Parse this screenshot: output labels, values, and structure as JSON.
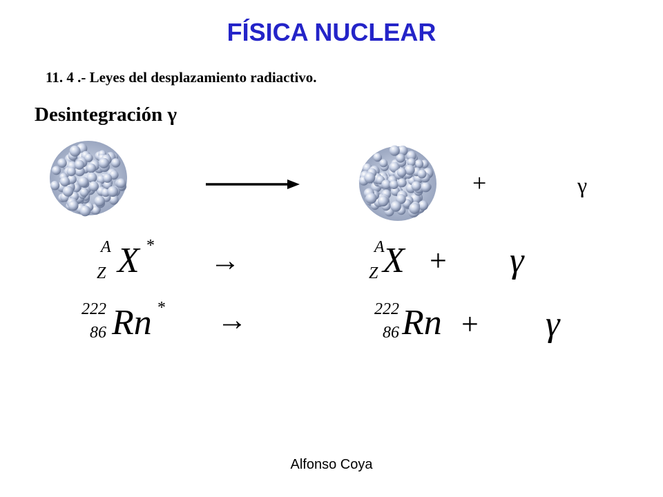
{
  "slide": {
    "title": "FÍSICA NUCLEAR",
    "subtitle": "11. 4 .- Leyes del desplazamiento radiactivo.",
    "section": "Desintegración γ",
    "footer": "Alfonso Coya"
  },
  "diagram": {
    "plus": "+",
    "gamma": "γ"
  },
  "equation_generic": {
    "parent": {
      "mass": "A",
      "atomic": "Z",
      "symbol": "X",
      "star": "*"
    },
    "arrow": "→",
    "daughter": {
      "mass": "A",
      "atomic": "Z",
      "symbol": "X"
    },
    "plus": "+",
    "gamma": "γ"
  },
  "equation_radon": {
    "parent": {
      "mass": "222",
      "atomic": "86",
      "symbol": "Rn",
      "star": "*"
    },
    "arrow": "→",
    "daughter": {
      "mass": "222",
      "atomic": "86",
      "symbol": "Rn"
    },
    "plus": "+",
    "gamma": "γ"
  }
}
